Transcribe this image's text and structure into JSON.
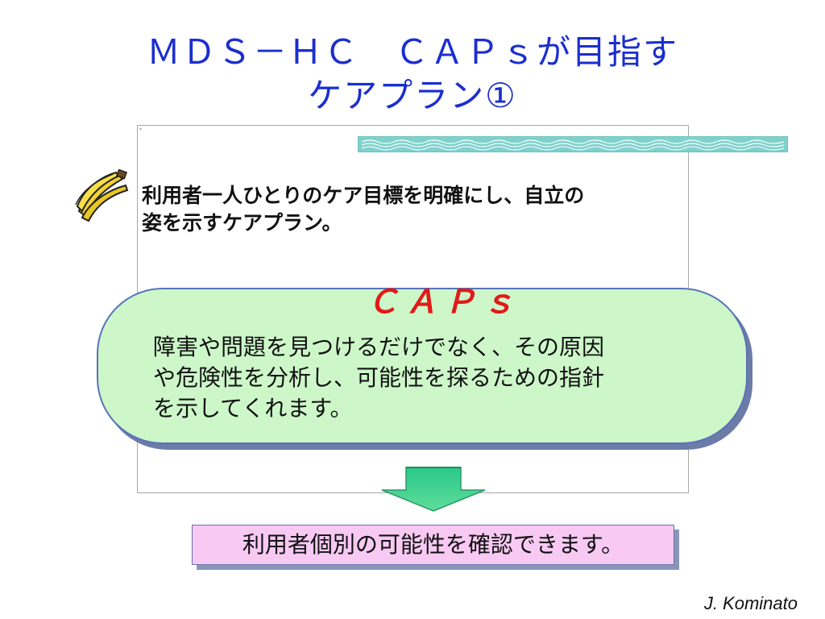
{
  "slide": {
    "title_line1": "ＭＤＳ－ＨＣ　ＣＡＰｓが目指す",
    "title_line2": "ケアプラン①",
    "intro_line1": "利用者一人ひとりのケア目標を明確にし、自立の",
    "intro_line2": "姿を示すケアプラン。",
    "caps_label": "ＣＡＰｓ",
    "pill_line1": "障害や問題を見つけるだけでなく、その原因",
    "pill_line2": "や危険性を分析し、可能性を探るための指針",
    "pill_line3": "を示してくれます。",
    "result_text": "利用者個別の可能性を確認できます。",
    "author": "J. Kominato"
  },
  "icons": {
    "bullet": "banana-icon",
    "arrow": "down-arrow-icon"
  },
  "colors": {
    "title": "#1a2ed0",
    "caps": "#e21a1a",
    "pill_fill": "#cdf7c9",
    "pill_border": "#5873b8",
    "result_fill": "#f7c9f3",
    "arrow_fill": "#3ed08a",
    "deco_bar": "#7fd2cc"
  }
}
